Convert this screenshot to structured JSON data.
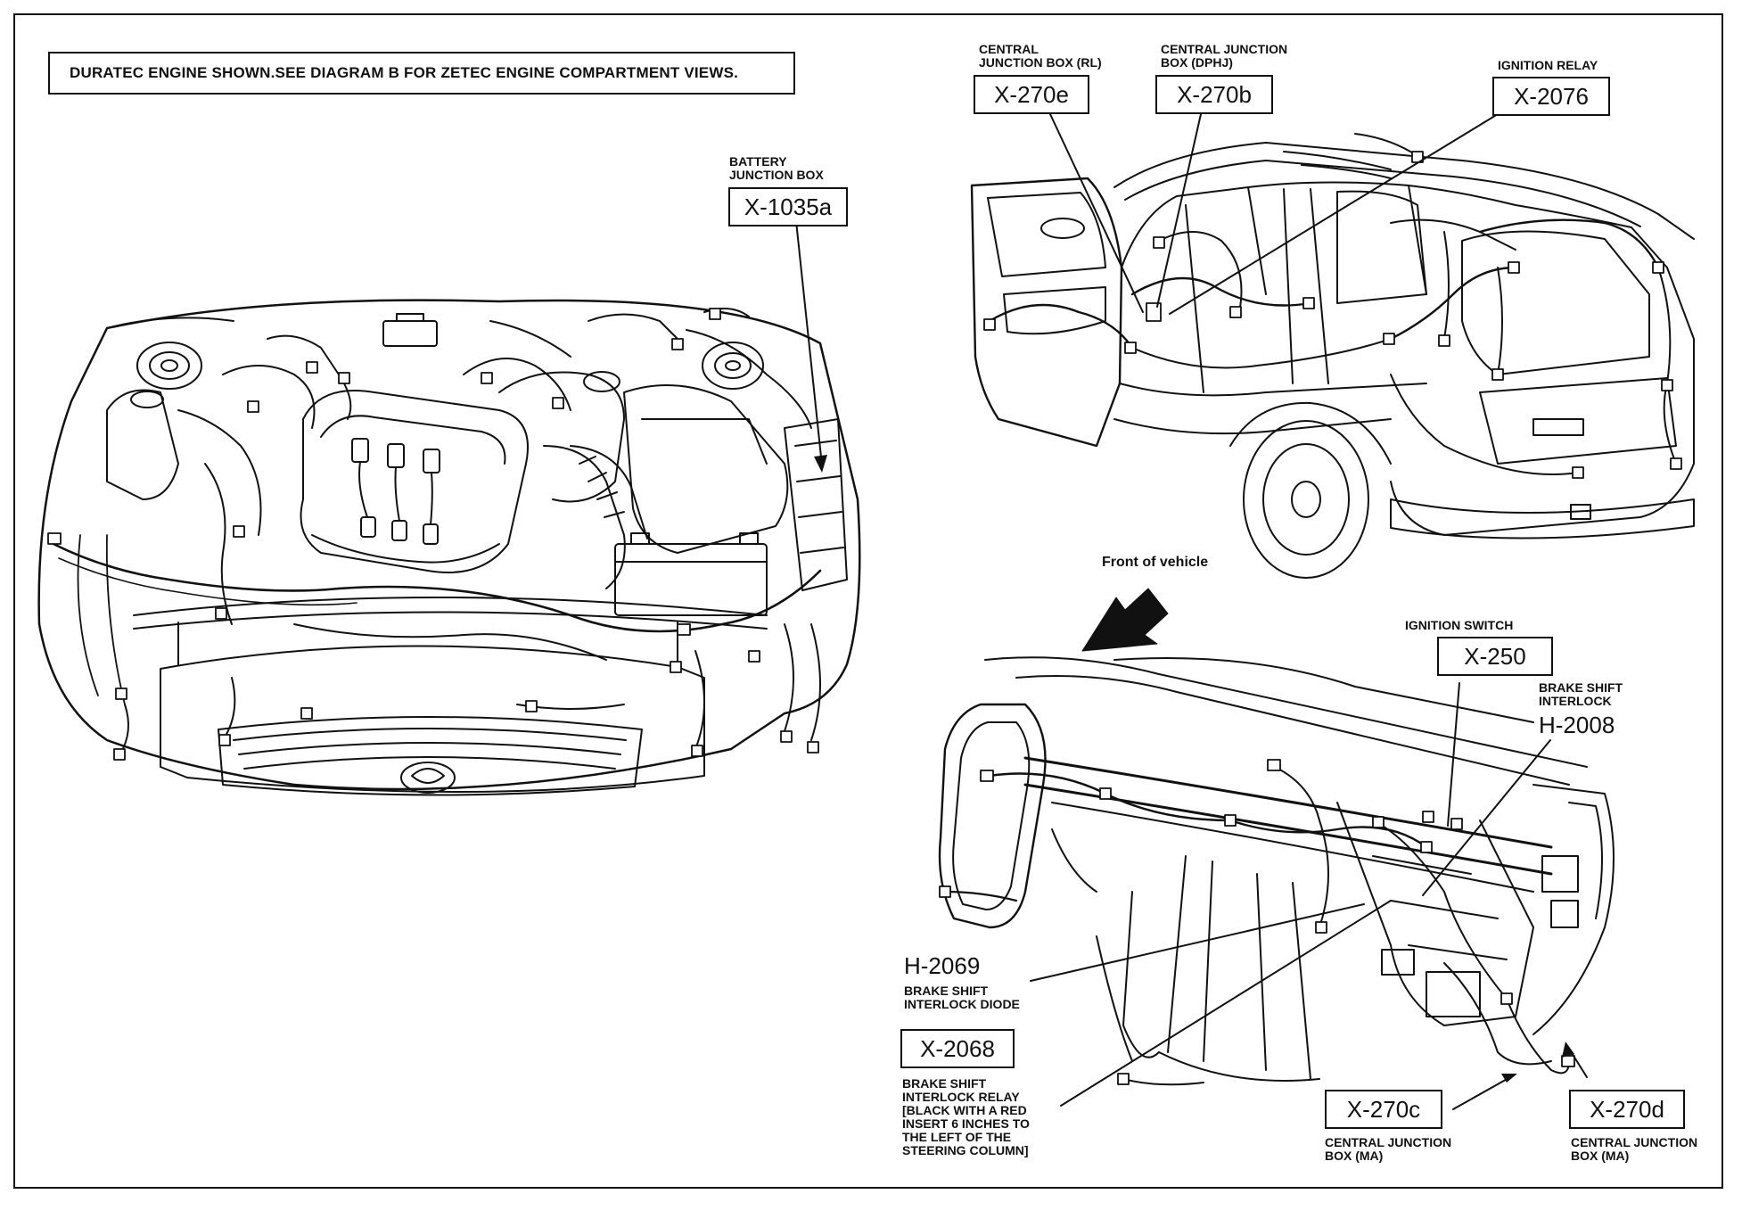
{
  "note": "DURATEC ENGINE SHOWN.SEE DIAGRAM B FOR ZETEC ENGINE COMPARTMENT VIEWS.",
  "labels": {
    "battery_jb": {
      "caption": [
        "BATTERY",
        "JUNCTION BOX"
      ],
      "code": "X-1035a"
    },
    "cjb_rl": {
      "caption": [
        "CENTRAL",
        "JUNCTION BOX (RL)"
      ],
      "code": "X-270e"
    },
    "cjb_dphj": {
      "caption": [
        "CENTRAL JUNCTION",
        "BOX (DPHJ)"
      ],
      "code": "X-270b"
    },
    "ign_relay": {
      "caption": [
        "IGNITION RELAY"
      ],
      "code": "X-2076"
    },
    "front_of_vehicle": "Front of vehicle",
    "ign_switch": {
      "caption": [
        "IGNITION SWITCH"
      ],
      "code": "X-250"
    },
    "bsi": {
      "caption": [
        "BRAKE SHIFT",
        "INTERLOCK"
      ],
      "code": "H-2008"
    },
    "bsi_diode": {
      "code": "H-2069",
      "caption": [
        "BRAKE SHIFT",
        "INTERLOCK DIODE"
      ]
    },
    "bsi_relay": {
      "code": "X-2068",
      "caption": [
        "BRAKE SHIFT",
        "INTERLOCK RELAY",
        "[BLACK WITH A RED",
        "INSERT 6 INCHES TO",
        "THE LEFT OF THE",
        "STEERING COLUMN]"
      ]
    },
    "cjb_ma_c": {
      "code": "X-270c",
      "caption": [
        "CENTRAL JUNCTION",
        "BOX (MA)"
      ]
    },
    "cjb_ma_d": {
      "code": "X-270d",
      "caption": [
        "CENTRAL JUNCTION",
        "BOX (MA)"
      ]
    }
  },
  "colors": {
    "ink": "#111111",
    "paper": "#ffffff"
  }
}
